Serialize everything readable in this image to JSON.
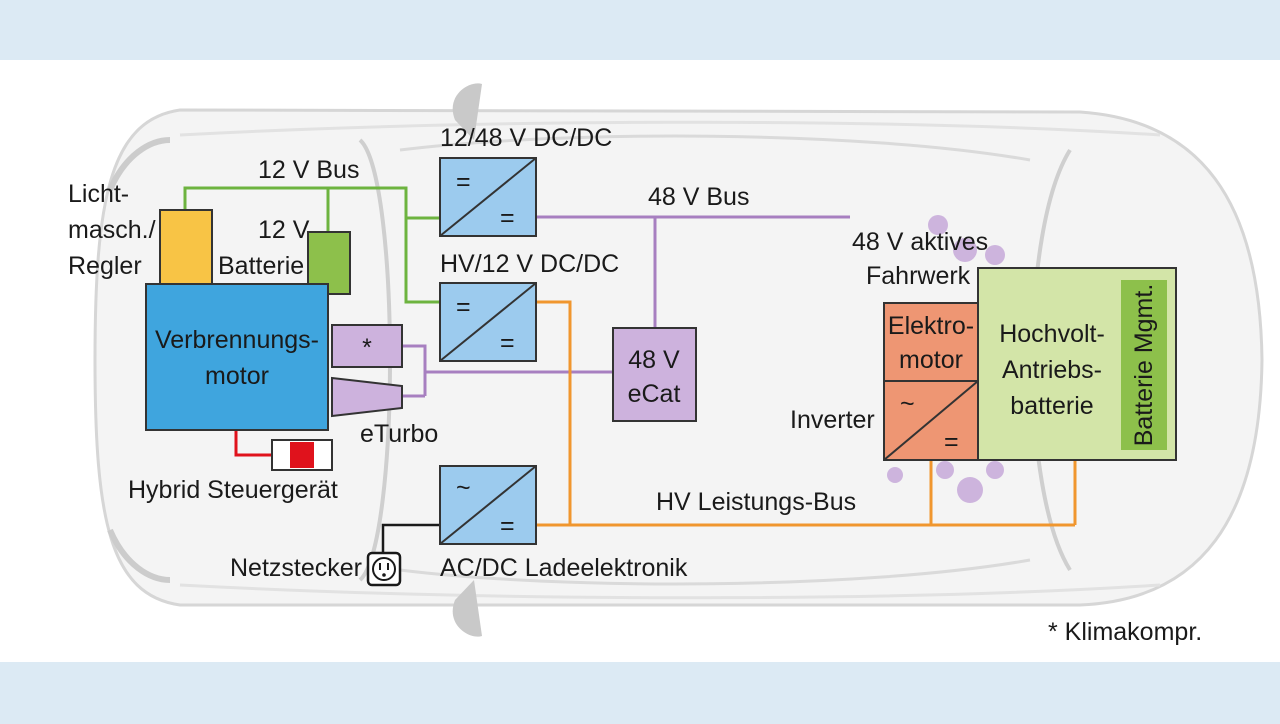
{
  "labels": {
    "lichtmaschine": [
      "Licht-",
      "masch./",
      "Regler"
    ],
    "batterie_12v": [
      "12 V",
      "Batterie"
    ],
    "bus_12v": "12 V Bus",
    "dcdc_12_48": "12/48 V DC/DC",
    "bus_48v": "48 V Bus",
    "dcdc_hv_12": "HV/12 V DC/DC",
    "fahrwerk": [
      "48 V aktives",
      "Fahrwerk"
    ],
    "verbrennungsmotor": [
      "Verbrennungs-",
      "motor"
    ],
    "klima_symbol": "*",
    "eturbo": "eTurbo",
    "ecat": [
      "48 V",
      "eCat"
    ],
    "elektromotor": [
      "Elektro-",
      "motor"
    ],
    "inverter": "Inverter",
    "hochvolt_batterie": [
      "Hochvolt-",
      "Antriebs-",
      "batterie"
    ],
    "batterie_mgmt": "Batterie Mgmt.",
    "hybrid_steuergeraet": "Hybrid Steuergerät",
    "hv_bus": "HV Leistungs-Bus",
    "netzstecker": "Netzstecker",
    "ladeelektronik": "AC/DC Ladeelektronik",
    "footnote": "* Klimakompr.",
    "converter_dc_symbol": "=",
    "converter_ac_symbol": "~"
  },
  "colors": {
    "bus_12v": "#6db33f",
    "bus_48v": "#a77fc0",
    "bus_hv": "#f0962e",
    "ice_engine": "#3fa5de",
    "converter": "#9ccbee",
    "lichtmaschine": "#f8c445",
    "battery_12v": "#8dc04b",
    "hv_battery": "#d3e5a8",
    "hv_battery_mgmt": "#8dc04b",
    "e_motor": "#ee9673",
    "component_48v": "#cdb2dd",
    "hybrid_control": "#e0121c",
    "page_band": "#dceaf4"
  }
}
